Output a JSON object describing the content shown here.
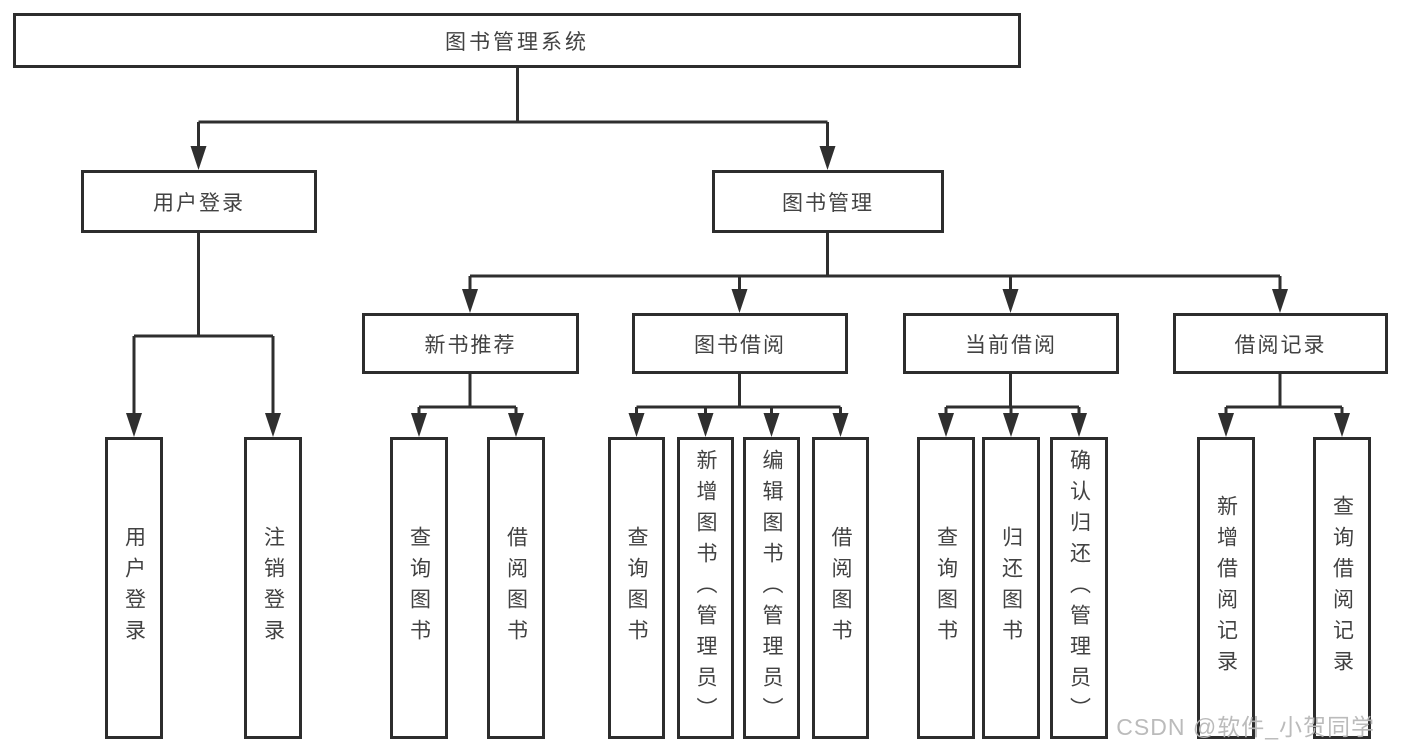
{
  "nodes": {
    "root": "图书管理系统",
    "user_login": "用户登录",
    "book_mgmt": "图书管理",
    "new_books": "新书推荐",
    "book_borrow": "图书借阅",
    "current_borrow": "当前借阅",
    "borrow_records": "借阅记录",
    "leaf_user_login": "用户登录",
    "leaf_logout": "注销登录",
    "leaf_nb_query": "查询图书",
    "leaf_nb_borrow": "借阅图书",
    "leaf_bb_query": "查询图书",
    "leaf_bb_add": "新增图书（管理员）",
    "leaf_bb_edit": "编辑图书（管理员）",
    "leaf_bb_borrow": "借阅图书",
    "leaf_cb_query": "查询图书",
    "leaf_cb_return": "归还图书",
    "leaf_cb_confirm": "确认归还（管理员）",
    "leaf_br_add": "新增借阅记录",
    "leaf_br_query": "查询借阅记录"
  },
  "watermark": "CSDN @软件_小贺同学",
  "colors": {
    "line": "#2f2f2f",
    "box_border": "#2d2d2d",
    "text": "#424242",
    "watermark": "#b7b7b7",
    "background": "#ffffff"
  }
}
